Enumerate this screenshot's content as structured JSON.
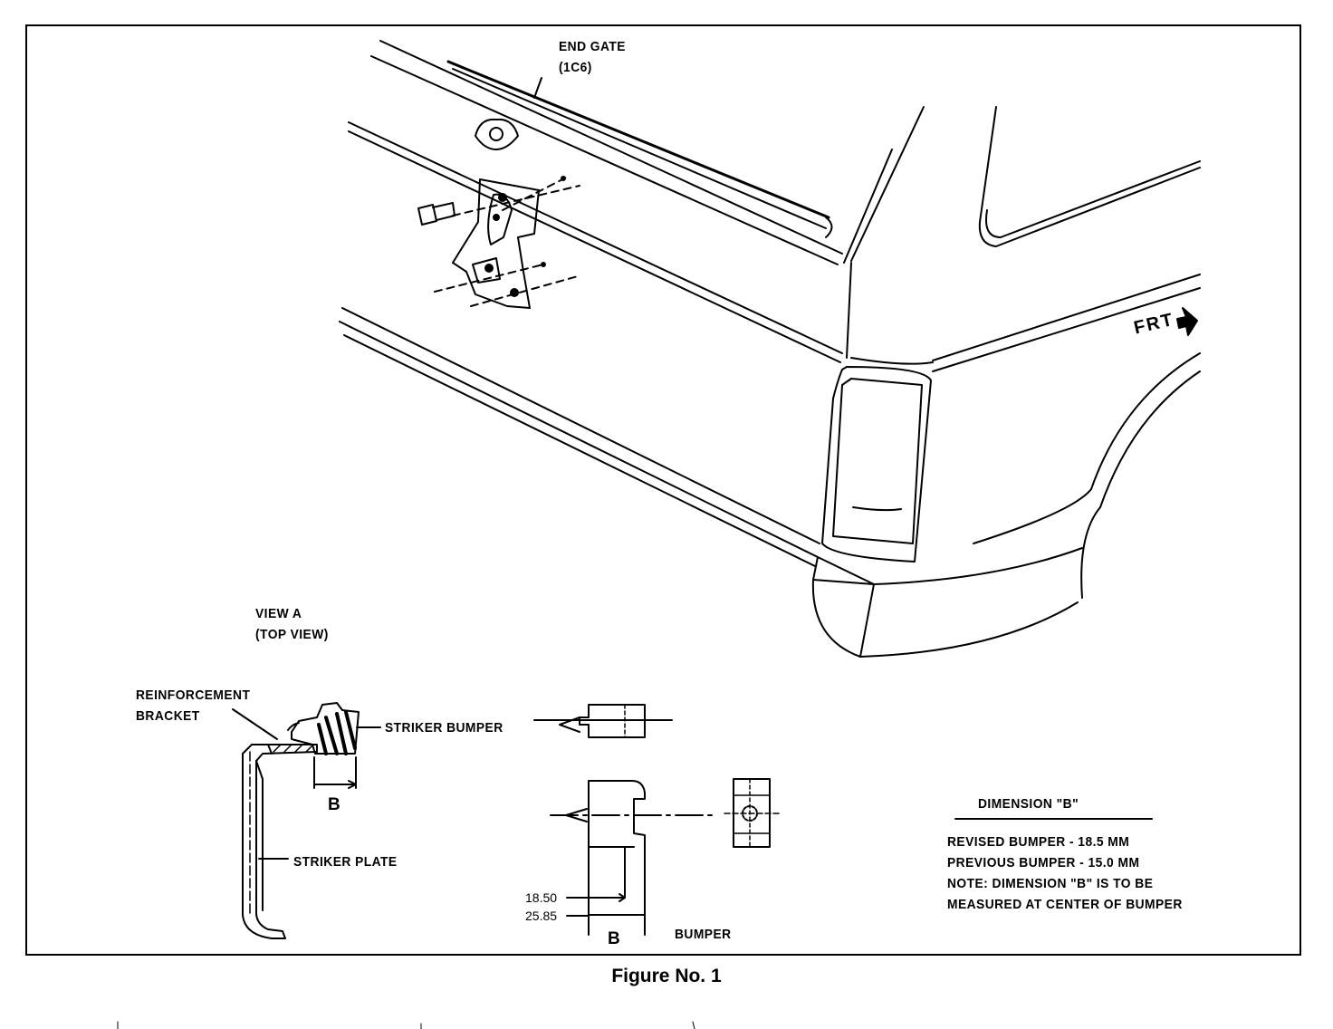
{
  "labels": {
    "end_gate": [
      "END GATE",
      "(1C6)"
    ],
    "frt": "FRT",
    "view_a": [
      "VIEW A",
      "(TOP VIEW)"
    ],
    "reinforcement_bracket": [
      "REINFORCEMENT",
      "BRACKET"
    ],
    "striker_bumper": "STRIKER BUMPER",
    "striker_plate": "STRIKER PLATE",
    "dimension_b_symbol": "B",
    "bumper": "BUMPER",
    "dim_values": [
      "18.50",
      "25.85"
    ]
  },
  "dimension_note": {
    "title": "DIMENSION \"B\"",
    "lines": [
      "REVISED BUMPER - 18.5 MM",
      "PREVIOUS BUMPER - 15.0 MM",
      "NOTE: DIMENSION \"B\" IS TO BE",
      "MEASURED AT CENTER OF BUMPER"
    ]
  },
  "caption": "Figure No. 1"
}
